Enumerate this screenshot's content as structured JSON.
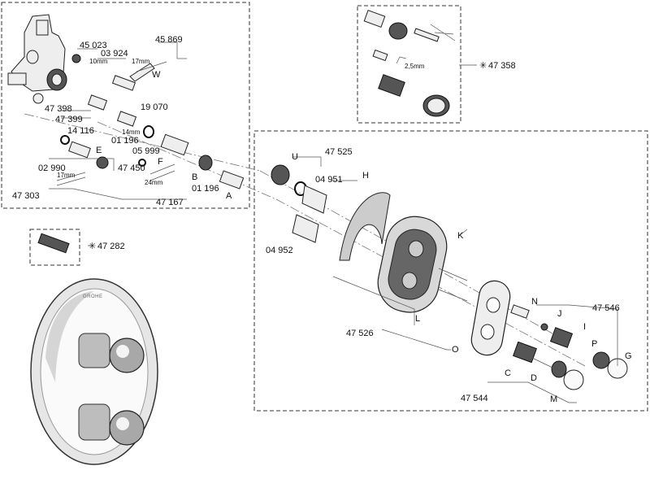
{
  "boxes": {
    "valve_body": {
      "labels": [
        "45 023",
        "03 924",
        "45 869",
        "10mm",
        "17mm",
        "W",
        "47 398",
        "47 399",
        "19 070",
        "14mm",
        "14 116",
        "01 196",
        "05 999",
        "E",
        "02 990",
        "47 450",
        "F",
        "B",
        "17mm",
        "24mm",
        "47 303",
        "01 196",
        "47 167",
        "A"
      ]
    },
    "cartridge_kit": {
      "labels": [
        "2,5mm",
        "47 358"
      ],
      "star": "✳"
    },
    "spare_part": {
      "labels": [
        "47 282"
      ],
      "star": "✳"
    },
    "trim_set": {
      "labels": [
        "U",
        "47 525",
        "04 951",
        "H",
        "04 952",
        "K",
        "47 526",
        "L",
        "O",
        "N",
        "47 546",
        "J",
        "I",
        "P",
        "G",
        "C",
        "D",
        "47 544",
        "M"
      ]
    }
  },
  "product": {
    "brand": "GROHE"
  }
}
